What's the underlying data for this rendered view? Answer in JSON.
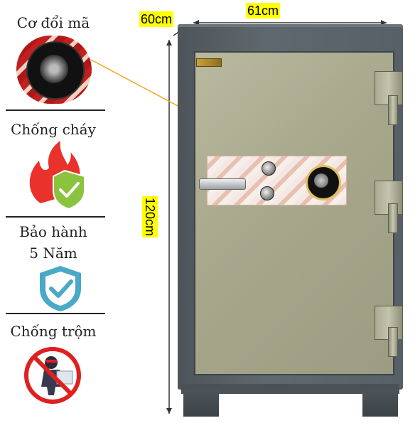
{
  "features": [
    {
      "label": "Cơ đổi mã",
      "icon": "combination-dial-icon"
    },
    {
      "label": "Chống cháy",
      "icon": "fireproof-shield-icon"
    },
    {
      "label_line1": "Bảo hành",
      "label_line2": "5 Năm",
      "icon": "warranty-shield-icon"
    },
    {
      "label": "Chống trộm",
      "icon": "anti-theft-icon"
    }
  ],
  "dimensions": {
    "depth": "60cm",
    "width": "61cm",
    "height": "120cm"
  },
  "colors": {
    "tag": "#ffff00",
    "pointer": "#f5a623",
    "safe_body": "#566066",
    "safe_door": "#a7a78c",
    "fire": "#e8322b",
    "shield_green": "#8ac43f",
    "shield_blue": "#4aa8c8",
    "prohibit_red": "#e02020"
  }
}
